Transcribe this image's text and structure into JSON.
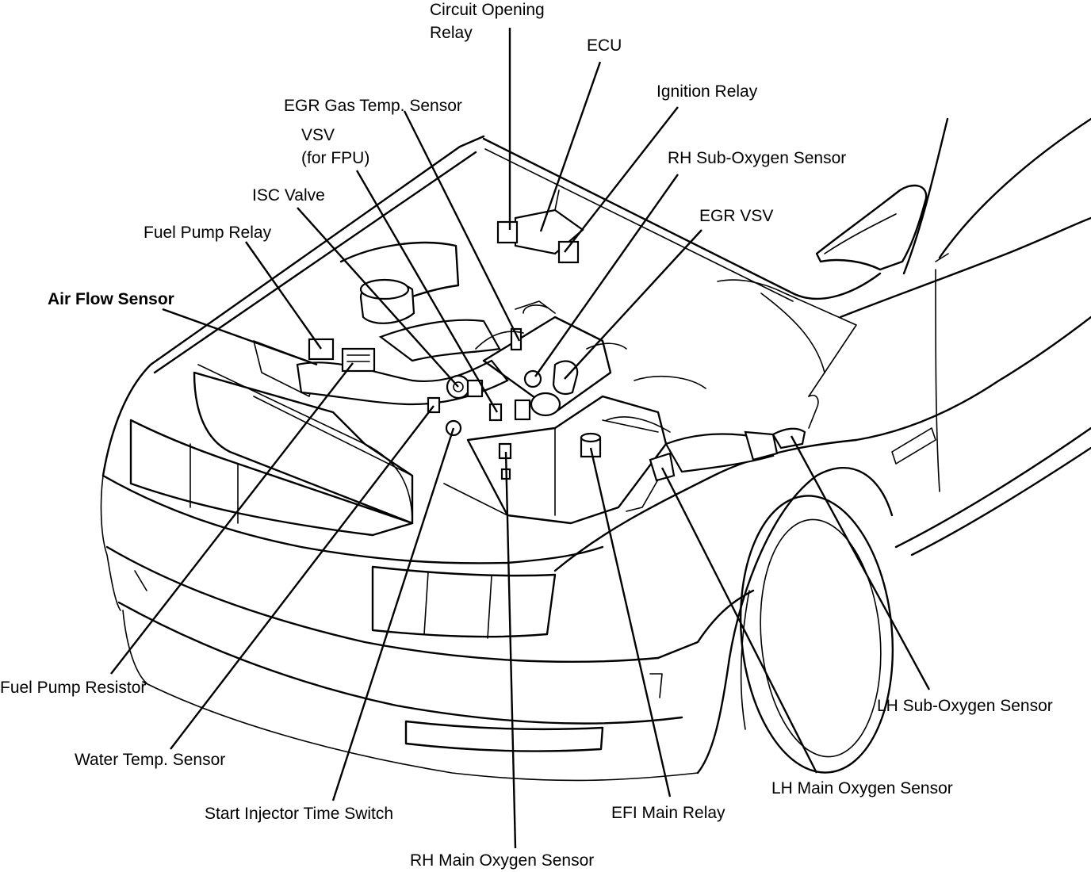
{
  "labels": {
    "circuit_opening_relay": [
      "Circuit Opening",
      "Relay"
    ],
    "ecu": "ECU",
    "ignition_relay": "Ignition Relay",
    "egr_gas_temp_sensor": "EGR Gas Temp. Sensor",
    "vsv_for_fpu": [
      "VSV",
      "(for FPU)"
    ],
    "rh_sub_oxygen_sensor": "RH Sub-Oxygen Sensor",
    "isc_valve": "ISC Valve",
    "egr_vsv": "EGR VSV",
    "fuel_pump_relay": "Fuel Pump Relay",
    "air_flow_sensor": "Air Flow Sensor",
    "fuel_pump_resistor": "Fuel Pump Resistor",
    "water_temp_sensor": "Water Temp. Sensor",
    "start_injector_time_switch": "Start Injector Time Switch",
    "rh_main_oxygen_sensor": "RH Main Oxygen Sensor",
    "efi_main_relay": "EFI Main Relay",
    "lh_main_oxygen_sensor": "LH Main Oxygen Sensor",
    "lh_sub_oxygen_sensor": "LH Sub-Oxygen Sensor"
  }
}
